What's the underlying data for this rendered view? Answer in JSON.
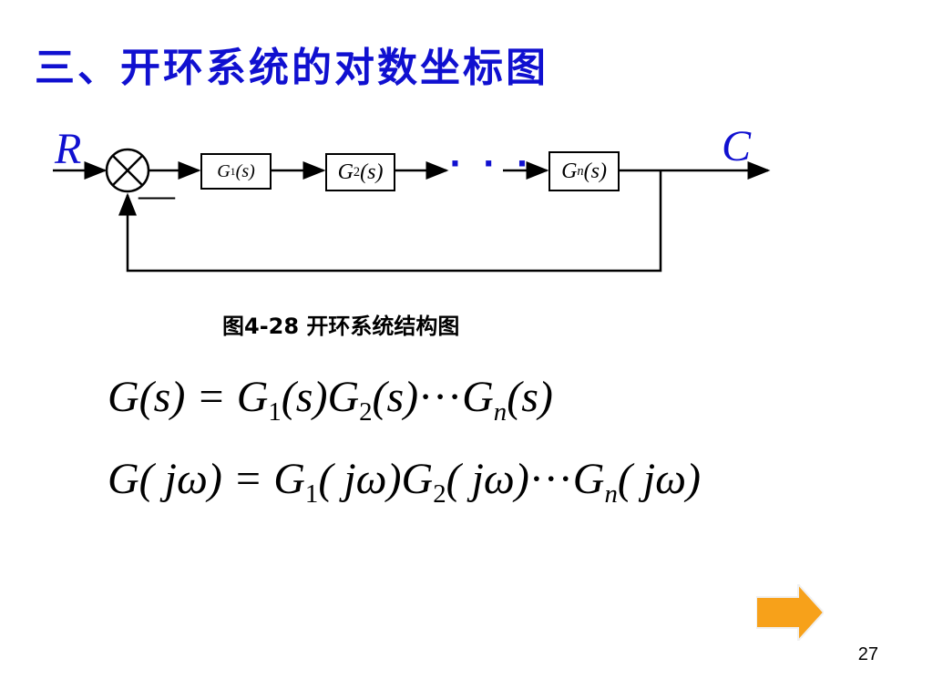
{
  "slide": {
    "title": "三、开环系统的对数坐标图",
    "page_number": "27"
  },
  "diagram": {
    "input_label": "R",
    "output_label": "C",
    "feedback_sign": "—",
    "ellipsis": "· · ·",
    "caption": "图4-28  开环系统结构图",
    "blocks": [
      {
        "name": "G",
        "sub": "1",
        "arg": "(s)"
      },
      {
        "name": "G",
        "sub": "2",
        "arg": "(s)"
      },
      {
        "name": "G",
        "sub": "n",
        "arg": "(s)"
      }
    ]
  },
  "equations": {
    "eq1": {
      "lhs": "G(s) =",
      "terms": [
        "G",
        "1",
        "(s)",
        "G",
        "2",
        "(s)",
        "···",
        "G",
        "n",
        "(s)"
      ]
    },
    "eq2": {
      "lhs": "G( jω) =",
      "terms": [
        "G",
        "1",
        "( jω)",
        "G",
        "2",
        "( jω)",
        "···",
        "G",
        "n",
        "( jω)"
      ]
    }
  },
  "colors": {
    "title": "#1010d0",
    "arrow": "#f7a11a"
  },
  "icons": {
    "next": "right-arrow-icon"
  }
}
